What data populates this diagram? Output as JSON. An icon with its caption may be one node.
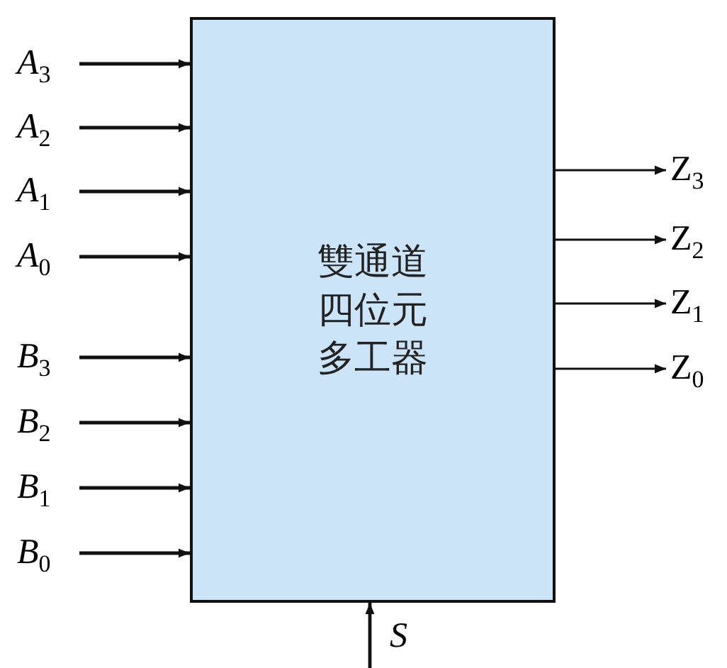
{
  "diagram": {
    "nodes": [
      {
        "text": [
          "雙通道四位元多工器"
        ]
      },
      {
        "text": [
          "*A*$_{3}$"
        ]
      },
      {
        "text": [
          "*A*$_{2}$"
        ]
      },
      {
        "text": [
          "*A*$_{1}$"
        ]
      },
      {
        "text": [
          "*A*$_{0}$"
        ]
      },
      {
        "text": [
          "*B*$_{3}$"
        ]
      },
      {
        "text": [
          "*B*$_{2}$"
        ]
      },
      {
        "text": [
          "*B*$_{1}$"
        ]
      },
      {
        "text": [
          "*B*$_{0}$"
        ]
      },
      {
        "text": [
          "Z$_{3}$"
        ]
      },
      {
        "text": [
          "Z$_{2}$"
        ]
      },
      {
        "text": [
          "Z$_{1}$"
        ]
      },
      {
        "text": [
          "Z$_{0}$"
        ]
      },
      {
        "text": [
          "S"
        ]
      }
    ],
    "edges": [
      {
        "from": 1,
        "to": 0,
        "arrow": "to"
      },
      {
        "from": 2,
        "to": 0,
        "arrow": "to"
      },
      {
        "from": 3,
        "to": 0,
        "arrow": "to"
      },
      {
        "from": 4,
        "to": 0,
        "arrow": "to"
      },
      {
        "from": 5,
        "to": 0,
        "arrow": "to"
      },
      {
        "from": 6,
        "to": 0,
        "arrow": "to"
      },
      {
        "from": 7,
        "to": 0,
        "arrow": "to"
      },
      {
        "from": 8,
        "to": 0,
        "arrow": "to"
      },
      {
        "from": 0,
        "to": 9,
        "arrow": "to"
      },
      {
        "from": 0,
        "to": 10,
        "arrow": "to"
      },
      {
        "from": 0,
        "to": 11,
        "arrow": "to"
      },
      {
        "from": 0,
        "to": 12,
        "arrow": "to"
      },
      {
        "from": 13,
        "to": 0,
        "arrow": "to"
      }
    ]
  }
}
